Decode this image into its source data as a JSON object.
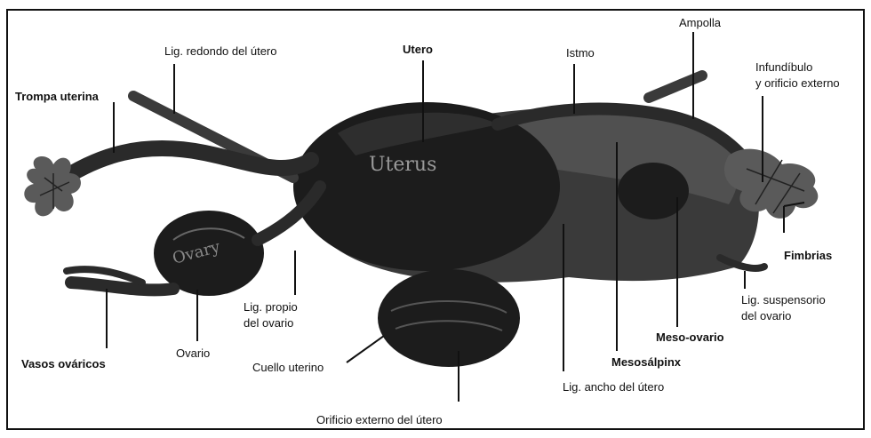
{
  "labels": {
    "trompa_uterina": "Trompa uterina",
    "lig_redondo": "Lig. redondo del útero",
    "utero": "Utero",
    "istmo": "Istmo",
    "ampolla": "Ampolla",
    "infundibulo_1": "Infundíbulo",
    "infundibulo_2": "y orificio externo",
    "fimbrias": "Fimbrias",
    "lig_suspensorio_1": "Lig. suspensorio",
    "lig_suspensorio_2": "del ovario",
    "meso_ovario": "Meso-ovario",
    "mesosalpinx": "Mesosálpinx",
    "lig_ancho": "Lig. ancho del útero",
    "orificio_externo": "Orificio externo del útero",
    "cuello_uterino": "Cuello uterino",
    "ovario": "Ovario",
    "lig_propio_1": "Lig. propio",
    "lig_propio_2": "del ovario",
    "vasos_ovaricos": "Vasos ováricos"
  },
  "organ_text": {
    "uterus": "Uterus",
    "ovary": "Ovary"
  },
  "colors": {
    "background": "#ffffff",
    "frame": "#111111",
    "specimen_dark": "#1c1c1c"
  }
}
